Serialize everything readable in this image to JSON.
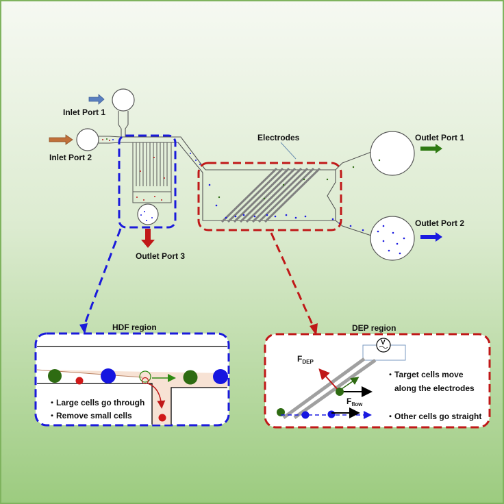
{
  "labels": {
    "inlet_port_1": "Inlet Port 1",
    "inlet_port_2": "Inlet Port 2",
    "outlet_port_1": "Outlet Port 1",
    "outlet_port_2": "Outlet Port 2",
    "outlet_port_3": "Outlet Port 3",
    "electrodes": "Electrodes"
  },
  "hdf_region": {
    "title": "HDF region",
    "bullet_1": "・Large cells go through",
    "bullet_2": "・Remove small cells"
  },
  "dep_region": {
    "title": "DEP region",
    "f_dep": "F",
    "f_dep_sub": "DEP",
    "f_flow": "F",
    "f_flow_sub": "flow",
    "voltage": "V",
    "bullet_1": "・Target cells move",
    "bullet_1_cont": "along the electrodes",
    "bullet_2": "・Other cells go straight"
  },
  "colors": {
    "background_top": "#f4f8f0",
    "background_bottom": "#9ccc80",
    "hdf_border": "#1a1adb",
    "dep_border": "#c01818",
    "large_cell": "#2e6b12",
    "small_cell": "#d01818",
    "blue_cell": "#1515e0",
    "inlet_arrow_1": "#5a7fc0",
    "inlet_arrow_2": "#c0703a",
    "outlet_arrow_1": "#2e7a12",
    "outlet_arrow_2": "#1a1ae0",
    "outlet_arrow_3": "#c01818"
  }
}
